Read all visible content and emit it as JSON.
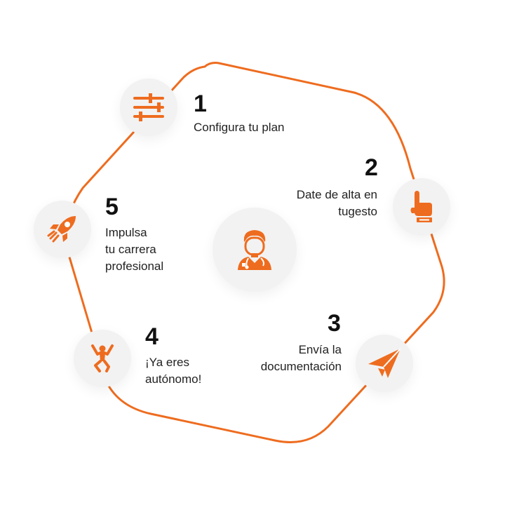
{
  "accent_color": "#ee6c1f",
  "center": {
    "icon": "doctor-icon"
  },
  "steps": [
    {
      "number": "1",
      "label": "Configura tu plan",
      "icon": "sliders-icon"
    },
    {
      "number": "2",
      "label": "Date de alta en\ntugesto",
      "icon": "pointing-hand-icon"
    },
    {
      "number": "3",
      "label": "Envía la\ndocumentación",
      "icon": "paper-plane-icon"
    },
    {
      "number": "4",
      "label": "¡Ya eres\n autónomo!",
      "icon": "jumping-person-icon"
    },
    {
      "number": "5",
      "label": "Impulsa\ntu carrera\nprofesional",
      "icon": "rocket-icon"
    }
  ]
}
